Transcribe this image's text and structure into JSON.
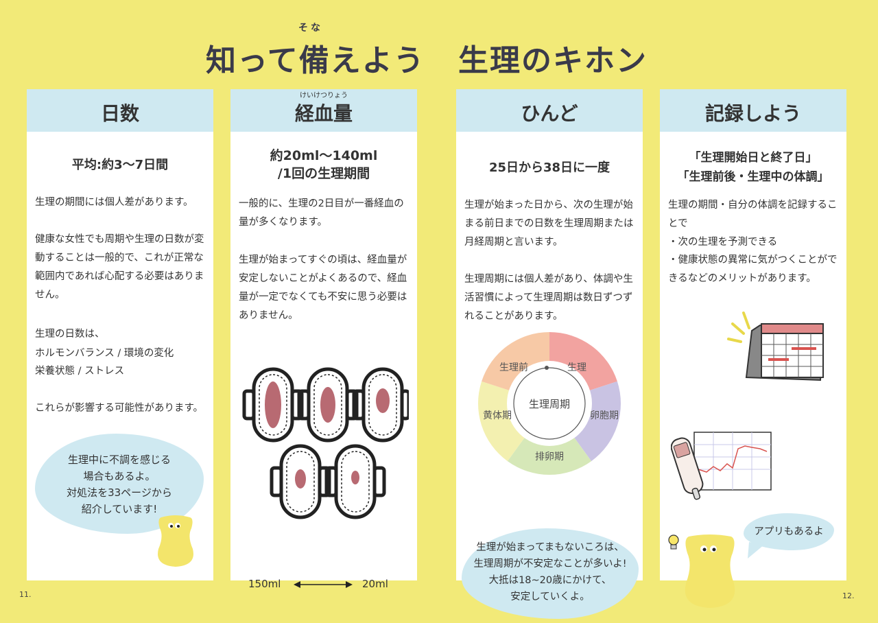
{
  "title": {
    "ruby": "そな",
    "part1": "知って備えよう",
    "part2": "生理のキホン"
  },
  "cards": [
    {
      "heading": "日数",
      "subtitle": "平均:約3〜7日間",
      "paragraphs": [
        "生理の期間には個人差があります。",
        "健康な女性でも周期や生理の日数が変動することは一般的で、これが正常な範囲内であれば心配する必要はありません。",
        "生理の日数は、",
        "ホルモンバランス / 環境の変化",
        "栄養状態 / ストレス",
        "これらが影響する可能性があります。"
      ],
      "bubble": [
        "生理中に不調を感じる",
        "場合もあるよ。",
        "対処法を33ページから",
        "紹介しています!"
      ]
    },
    {
      "heading_ruby": "けいけつりょう",
      "heading": "経血量",
      "subtitle_lines": [
        "約20ml〜140ml",
        "/1回の生理期間"
      ],
      "paragraphs": [
        "一般的に、生理の2日目が一番経血の量が多くなります。",
        "生理が始まってすぐの頃は、経血量が安定しないことがよくあるので、経血量が一定でなくても不安に思う必要はありません。"
      ],
      "scale_left": "150ml",
      "scale_right": "20ml"
    },
    {
      "heading": "ひんど",
      "subtitle": "25日から38日に一度",
      "paragraphs": [
        "生理が始まった日から、次の生理が始まる前日までの日数を生理周期または月経周期と言います。",
        "生理周期には個人差があり、体調や生活習慣によって生理周期は数日ずつずれることがあります。"
      ],
      "cycle": {
        "center": "生理周期",
        "segments": [
          {
            "label": "生理",
            "color": "#f2a3a0"
          },
          {
            "label": "卵胞期",
            "color": "#c9c3e3"
          },
          {
            "label": "排卵期",
            "color": "#d6e8b8"
          },
          {
            "label": "黄体期",
            "color": "#f3f0b0"
          },
          {
            "label": "生理前",
            "color": "#f7c9a6"
          }
        ]
      },
      "bubble": [
        "生理が始まってまもないころは、",
        "生理周期が不安定なことが多いよ!",
        "大抵は18~20歳にかけて、",
        "安定していくよ。"
      ]
    },
    {
      "heading": "記録しよう",
      "subtitle_lines": [
        "「生理開始日と終了日」",
        "「生理前後・生理中の体調」"
      ],
      "paragraphs": [
        "生理の期間・自分の体調を記録することで",
        "・次の生理を予測できる",
        "・健康状態の異常に気がつくことができるなどのメリットがあります。"
      ],
      "bubble": [
        "アプリもあるよ"
      ]
    }
  ],
  "page_left": "11.",
  "page_right": "12."
}
